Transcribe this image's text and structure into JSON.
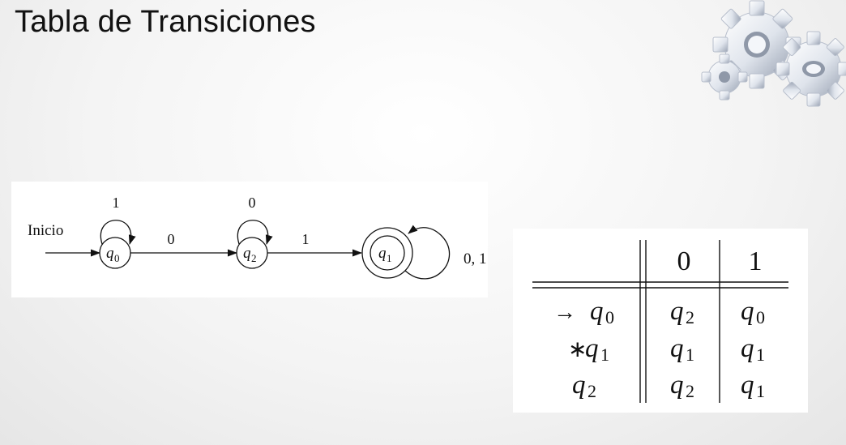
{
  "slide": {
    "title": "Tabla de Transiciones"
  },
  "colors": {
    "text": "#111111",
    "gear_light": "#eef2f8",
    "gear_shadow": "#9aa3b3"
  },
  "icons": [
    "gear-cluster-icon"
  ],
  "diagram": {
    "start_label": "Inicio",
    "states": [
      {
        "id": "q0",
        "name": "q",
        "sub": "0",
        "accepting": false,
        "initial": true,
        "loop_label": "1"
      },
      {
        "id": "q2",
        "name": "q",
        "sub": "2",
        "accepting": false,
        "initial": false,
        "loop_label": "0"
      },
      {
        "id": "q1",
        "name": "q",
        "sub": "1",
        "accepting": true,
        "initial": false,
        "loop_label": "0, 1"
      }
    ],
    "transitions": [
      {
        "from": "q0",
        "to": "q2",
        "label": "0"
      },
      {
        "from": "q2",
        "to": "q1",
        "label": "1"
      }
    ]
  },
  "table": {
    "header": [
      "0",
      "1"
    ],
    "rows": [
      {
        "marker": "→",
        "state": "q",
        "sub": "0",
        "cells": [
          {
            "name": "q",
            "sub": "2"
          },
          {
            "name": "q",
            "sub": "0"
          }
        ]
      },
      {
        "marker": "∗",
        "state": "q",
        "sub": "1",
        "cells": [
          {
            "name": "q",
            "sub": "1"
          },
          {
            "name": "q",
            "sub": "1"
          }
        ]
      },
      {
        "marker": "",
        "state": "q",
        "sub": "2",
        "cells": [
          {
            "name": "q",
            "sub": "2"
          },
          {
            "name": "q",
            "sub": "1"
          }
        ]
      }
    ]
  }
}
